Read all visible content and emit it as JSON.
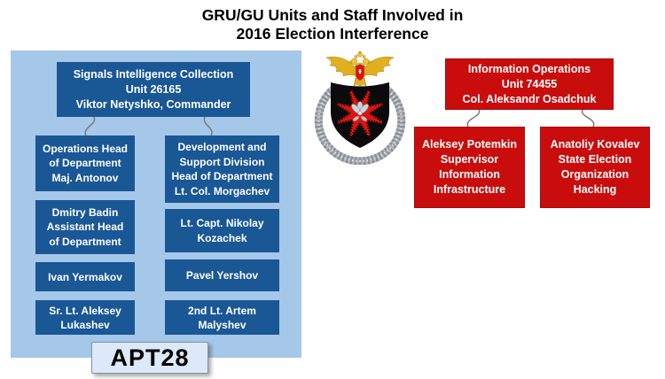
{
  "title": "GRU/GU Units and Staff Involved in\n2016 Election Interference",
  "apt28": {
    "label": "APT28"
  },
  "unit26165": {
    "header": "Signals Intelligence Collection\nUnit 26165\nViktor Netyshko, Commander",
    "left_column": [
      "Operations Head\nof Department\nMaj. Antonov",
      "Dmitry Badin\nAssistant Head\nof Department",
      "Ivan Yermakov",
      "Sr. Lt. Aleksey\nLukashev"
    ],
    "right_column": [
      "Development and\nSupport Division\nHead of Department\nLt. Col. Morgachev",
      "Lt. Capt. Nikolay\nKozachek",
      "Pavel Yershov",
      "2nd Lt. Artem\nMalyshev"
    ]
  },
  "unit74455": {
    "header": "Information Operations\nUnit 74455\nCol. Aleksandr Osadchuk",
    "members": [
      "Aleksey Potemkin\nSupervisor\nInformation\nInfrastructure",
      "Anatoliy Kovalev\nState Election\nOrganization\nHacking"
    ]
  },
  "icons": {
    "center_emblem": "gru-military-intelligence-crest"
  },
  "colors": {
    "panel_blue": "#A5C8E9",
    "node_blue": "#1A5795",
    "node_red": "#C90D0D",
    "connector_gray": "#7A7A7A",
    "apt28_bg": "#DCE9F8",
    "title_text": "#000000"
  }
}
